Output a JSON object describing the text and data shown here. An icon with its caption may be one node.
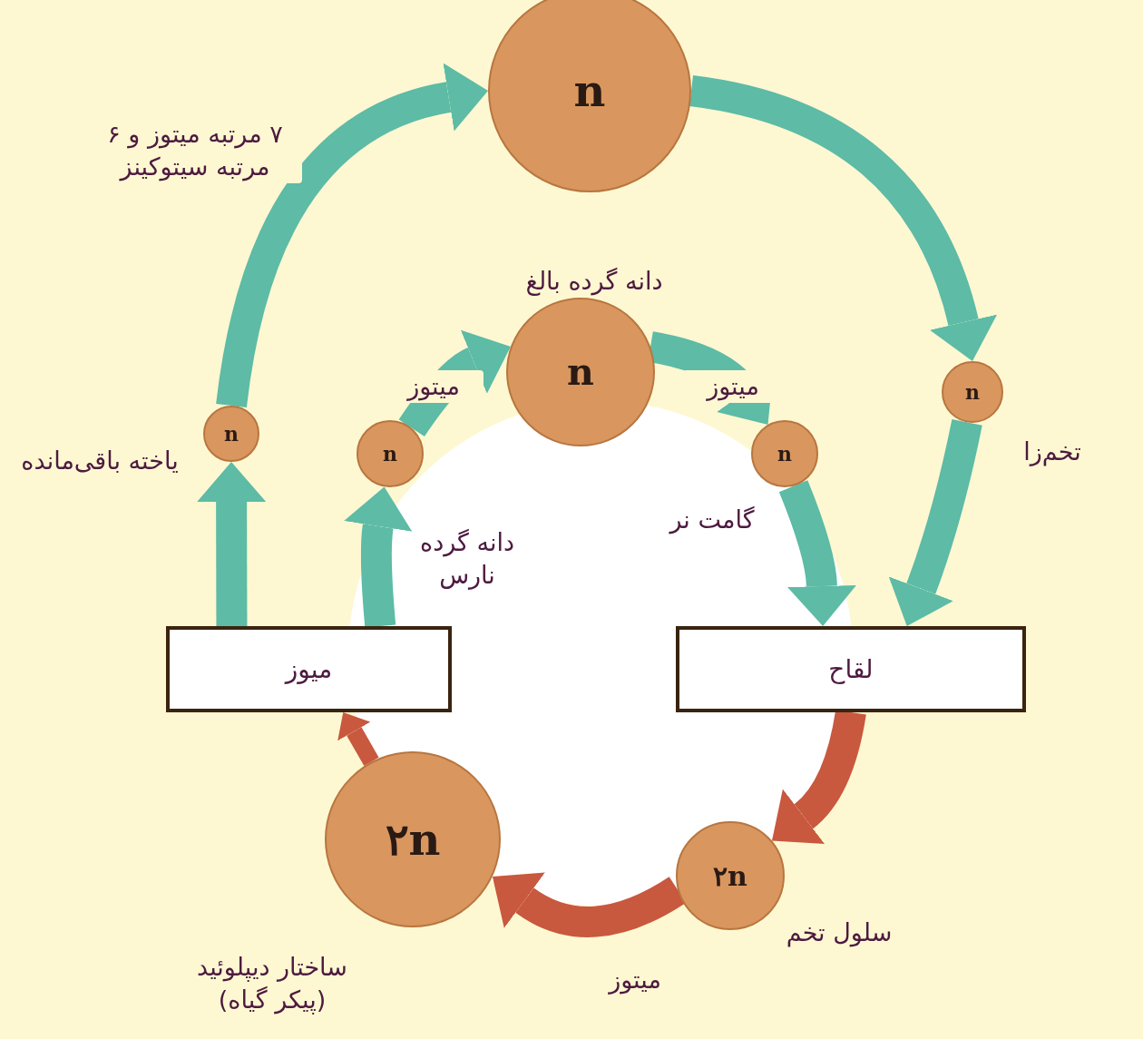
{
  "diagram": {
    "nodes": [
      {
        "text": [
          "n"
        ]
      },
      {
        "text": [
          "n"
        ],
        "beside": [
          "دانه گرده بالغ"
        ]
      },
      {
        "text": [
          "n"
        ],
        "beside": [
          "دانه گرده نارس"
        ]
      },
      {
        "text": [
          "n"
        ],
        "beside": [
          "گامت نر"
        ]
      },
      {
        "text": [
          "n"
        ],
        "beside": [
          "تخم‌زا"
        ]
      },
      {
        "text": [
          "n"
        ],
        "beside": [
          "یاخته باقی‌مانده"
        ]
      },
      {
        "text": [
          "میوز"
        ]
      },
      {
        "text": [
          "لقاح"
        ]
      },
      {
        "text": [
          "۲n"
        ],
        "beside": [
          "ساختار دیپلوئید (پیکر گیاه)"
        ]
      },
      {
        "text": [
          "۲n"
        ],
        "beside": [
          "سلول تخم"
        ]
      }
    ],
    "edges": [
      {
        "from": 6,
        "to": 5,
        "arrow": "to"
      },
      {
        "from": 5,
        "to": 0,
        "arrow": "to",
        "label": "۷ مرتبه میتوز و ۶ مرتبه سیتوکینز"
      },
      {
        "from": 0,
        "to": 4,
        "arrow": "to"
      },
      {
        "from": 4,
        "to": 7,
        "arrow": "to"
      },
      {
        "from": 6,
        "to": 2,
        "arrow": "to"
      },
      {
        "from": 2,
        "to": 1,
        "arrow": "to",
        "label": "میتوز"
      },
      {
        "from": 1,
        "to": 3,
        "arrow": "to",
        "label": "میتوز"
      },
      {
        "from": 3,
        "to": 7,
        "arrow": "to"
      },
      {
        "from": 7,
        "to": 9,
        "arrow": "to",
        "color": "#c8583e"
      },
      {
        "from": 9,
        "to": 8,
        "arrow": "to",
        "label": "میتوز",
        "color": "#c8583e"
      },
      {
        "from": 8,
        "to": 6,
        "arrow": "to",
        "color": "#c8583e"
      }
    ]
  }
}
